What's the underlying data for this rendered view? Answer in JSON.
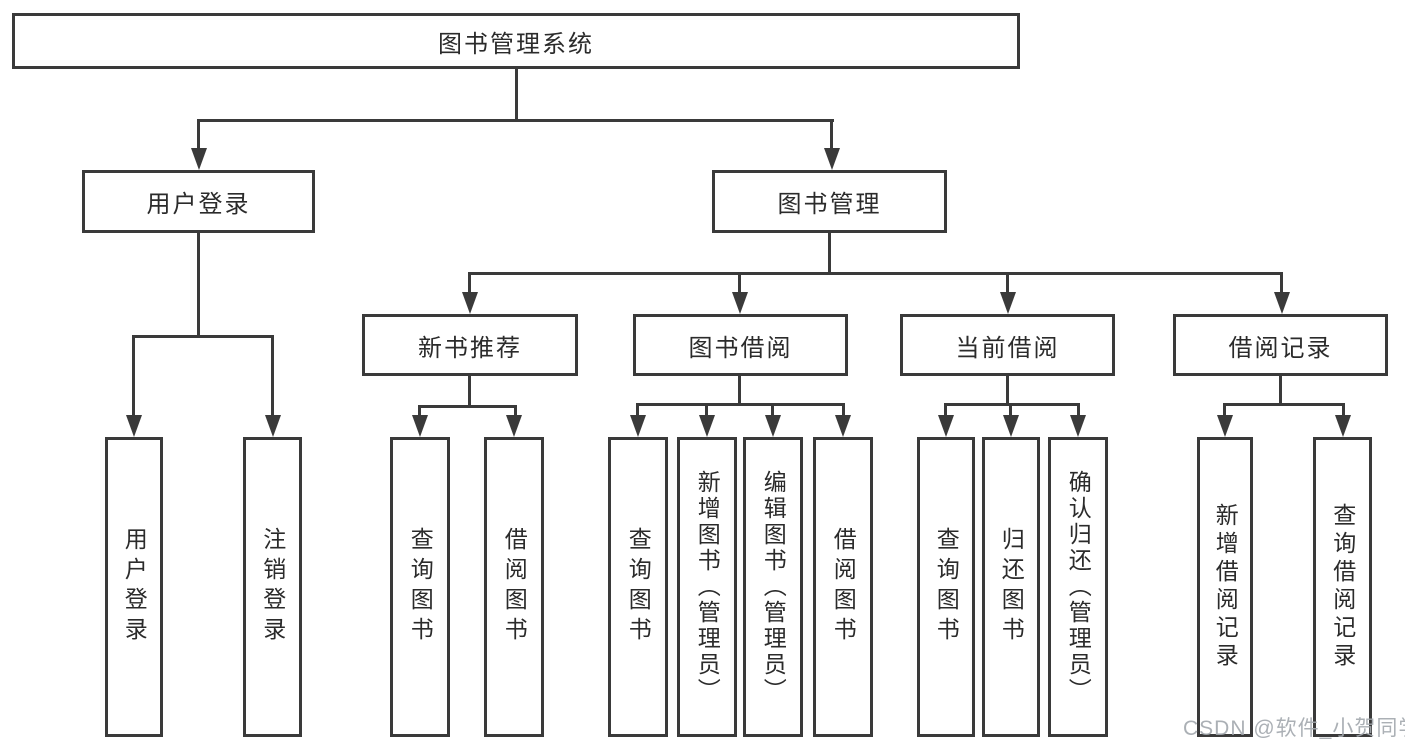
{
  "tree": {
    "root": {
      "label": "图书管理系统"
    },
    "login": {
      "label": "用户登录",
      "leaves": [
        {
          "label": "用户登录"
        },
        {
          "label": "注销登录"
        }
      ]
    },
    "mgmt": {
      "label": "图书管理",
      "groups": [
        {
          "label": "新书推荐",
          "leaves": [
            {
              "label": "查询图书"
            },
            {
              "label": "借阅图书"
            }
          ]
        },
        {
          "label": "图书借阅",
          "leaves": [
            {
              "label": "查询图书"
            },
            {
              "label": "新增图书（管理员）"
            },
            {
              "label": "编辑图书（管理员）"
            },
            {
              "label": "借阅图书"
            }
          ]
        },
        {
          "label": "当前借阅",
          "leaves": [
            {
              "label": "查询图书"
            },
            {
              "label": "归还图书"
            },
            {
              "label": "确认归还（管理员）"
            }
          ]
        },
        {
          "label": "借阅记录",
          "leaves": [
            {
              "label": "新增借阅记录"
            },
            {
              "label": "查询借阅记录"
            }
          ]
        }
      ]
    }
  },
  "watermark": {
    "text": "CSDN @软件_小贺同学"
  },
  "colors": {
    "line": "#3a3a3a",
    "text": "#2b2b2b",
    "box_fill": "#ffffff",
    "watermark": "#a3a8ae",
    "background": "#ffffff"
  }
}
